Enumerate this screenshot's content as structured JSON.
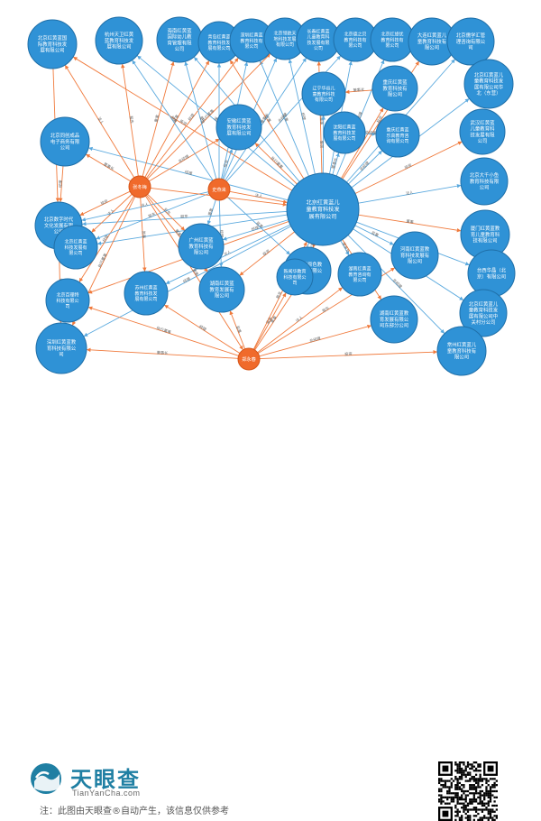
{
  "graph": {
    "nodes": [
      {
        "id": "center",
        "label": "北京红黄蓝儿童教育科技发展有限公司",
        "type": "company",
        "big": true
      },
      {
        "id": "p1",
        "label": "张冬梅",
        "type": "person"
      },
      {
        "id": "p2",
        "label": "史燕来",
        "type": "person"
      },
      {
        "id": "p3",
        "label": "郑永春",
        "type": "person"
      },
      {
        "id": "c1",
        "label": "北京红黄蓝国际教育科技发展有限公司",
        "type": "company"
      },
      {
        "id": "c2",
        "label": "杭州天卫红黄蓝教育科技发展有限公司",
        "type": "company"
      },
      {
        "id": "c3",
        "label": "海南红黄蓝国际幼儿教育管理有限公司",
        "type": "company"
      },
      {
        "id": "c4",
        "label": "青岛红黄蓝教育科技发展有限公司",
        "type": "company"
      },
      {
        "id": "c5",
        "label": "深圳红黄蓝教育科技有限公司",
        "type": "company"
      },
      {
        "id": "c6",
        "label": "北京领航天地科技发展有限公司",
        "type": "company"
      },
      {
        "id": "c7",
        "label": "长春红黄蓝儿童教育科技发展有限公司",
        "type": "company"
      },
      {
        "id": "c8",
        "label": "北京德之贝教育科技有限公司",
        "type": "company"
      },
      {
        "id": "c9",
        "label": "北京红旅优教育科技有限公司",
        "type": "company"
      },
      {
        "id": "c10",
        "label": "大连红黄蓝儿童教育科技有限公司",
        "type": "company"
      },
      {
        "id": "c11",
        "label": "北京儒学汇管理咨询有限公司",
        "type": "company"
      },
      {
        "id": "c12",
        "label": "北京红黄蓝儿童教育科技发展有限公司华北（东营）",
        "type": "company"
      },
      {
        "id": "c13",
        "label": "重庆红黄蓝教育科技有限公司",
        "type": "company"
      },
      {
        "id": "c14",
        "label": "辽宁华谷儿童教育科技有限公司",
        "type": "company"
      },
      {
        "id": "c15",
        "label": "北京同创成品电子商务有限公司",
        "type": "company"
      },
      {
        "id": "c16",
        "label": "安徽红黄蓝教育科技发展有限公司",
        "type": "company"
      },
      {
        "id": "c17",
        "label": "沈阳红黄蓝教育科技发展有限公司",
        "type": "company"
      },
      {
        "id": "c18",
        "label": "重庆红黄蓝乐高教育咨询有限公司",
        "type": "company"
      },
      {
        "id": "c19",
        "label": "武汉红黄蓝儿童教育科技发展有限公司",
        "type": "company"
      },
      {
        "id": "c20",
        "label": "北京大千小鱼教育科技有限公司",
        "type": "company"
      },
      {
        "id": "c21",
        "label": "北京数字时代文化发展有限公司",
        "type": "company"
      },
      {
        "id": "c22",
        "label": "厦门红黄蓝教育儿童教育科技有限公司",
        "type": "company"
      },
      {
        "id": "c23",
        "label": "北京红黄蓝科技发展有限公司",
        "type": "company"
      },
      {
        "id": "c24",
        "label": "广州红黄蓝教育科技有限公司",
        "type": "company"
      },
      {
        "id": "c25",
        "label": "广州三原色教育科技有限公司",
        "type": "company"
      },
      {
        "id": "c26",
        "label": "湖南红黄蓝教育咨询有限公司",
        "type": "company"
      },
      {
        "id": "c27",
        "label": "台西华晶（北京）有限公司",
        "type": "company"
      },
      {
        "id": "c28",
        "label": "湖南红黄蓝教育发展有限公司",
        "type": "company"
      },
      {
        "id": "c29",
        "label": "苏州红黄蓝教育科技发展有限公司",
        "type": "company"
      },
      {
        "id": "c30",
        "label": "新闻华教育科技有限公司",
        "type": "company"
      },
      {
        "id": "c31",
        "label": "北京百理特科技有限公司",
        "type": "company"
      },
      {
        "id": "c32",
        "label": "河南红黄蓝教育科技发展有限公司",
        "type": "company"
      },
      {
        "id": "c33",
        "label": "深圳红黄蓝教育科技有限公司",
        "type": "company"
      },
      {
        "id": "c34",
        "label": "湖南红黄蓝教育发展有限公司东部分公司",
        "type": "company"
      },
      {
        "id": "c35",
        "label": "北京红黄蓝儿童教育科技发展有限公司中关村分公司",
        "type": "company"
      },
      {
        "id": "c36",
        "label": "常州红黄蓝儿童教育科技有限公司",
        "type": "company"
      }
    ],
    "edge_labels": [
      "投资",
      "法人",
      "股东",
      "董事",
      "监事",
      "经理",
      "执行董事",
      "董事长",
      "总经理"
    ]
  },
  "footer": {
    "logo_cn": "天眼查",
    "logo_en": "TianYanCha.com",
    "note": "注：此图由天眼查®自动产生，该信息仅供参考"
  },
  "colors": {
    "company": "#2f92d6",
    "company_stroke": "#1f6fa8",
    "person": "#f06a2b",
    "person_stroke": "#d65518",
    "edge_blue": "#5aa9de",
    "edge_orange": "#f07a3c",
    "logo": "#1f7fa3"
  }
}
